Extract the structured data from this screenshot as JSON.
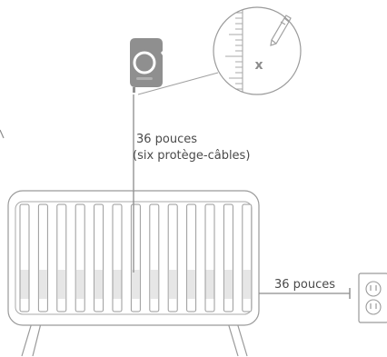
{
  "labels": {
    "height_value": "36 pouces",
    "height_note": "(six protège-câbles)",
    "distance_value": "36 pouces",
    "mark_symbol": "x"
  },
  "icons": [
    "camera-icon",
    "pencil-icon",
    "ruler-icon",
    "crib-icon",
    "wall-outlet-icon"
  ],
  "colors": {
    "line": "#8c8c8c",
    "outline": "#9a9a9a",
    "crib_fill": "#ffffff",
    "band_fill": "#e6e6e6",
    "camera_body": "#8f8f8f",
    "text": "#4a4a4a"
  }
}
